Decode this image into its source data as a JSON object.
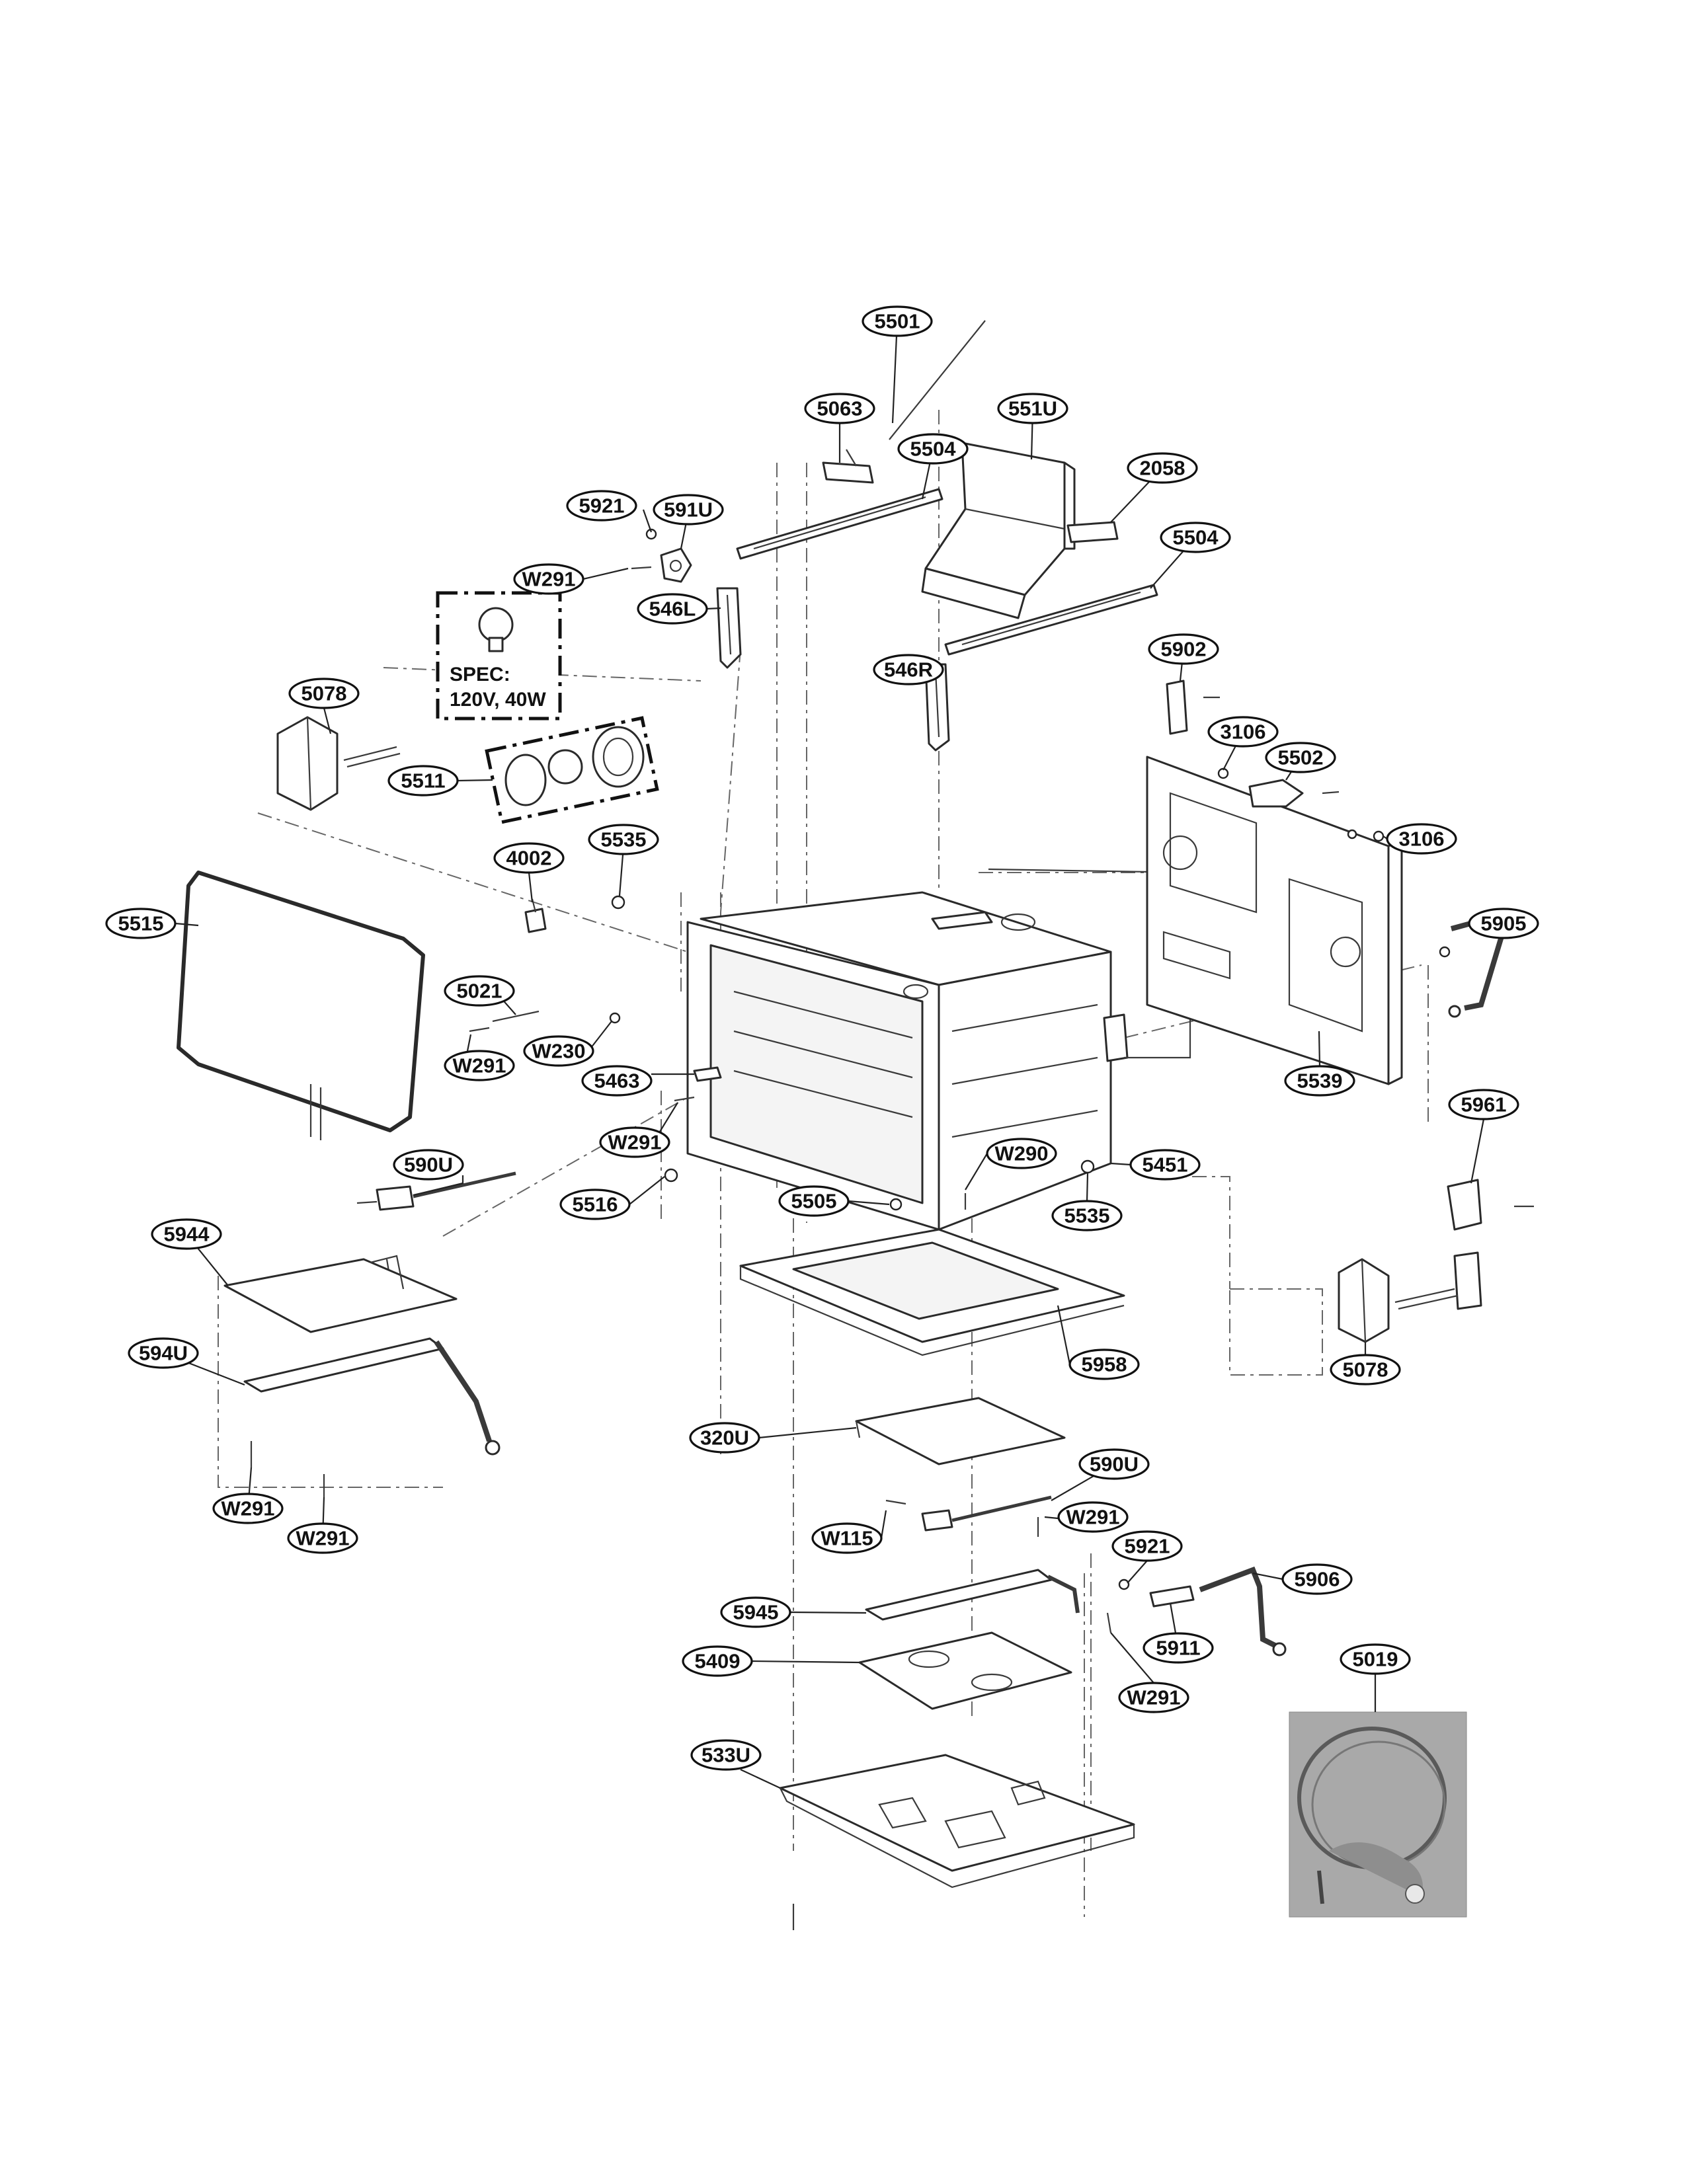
{
  "spec": {
    "line1": "SPEC:",
    "line2": "120V, 40W"
  },
  "labels": [
    {
      "id": "l-5501",
      "text": "5501"
    },
    {
      "id": "l-5063",
      "text": "5063"
    },
    {
      "id": "l-551U",
      "text": "551U"
    },
    {
      "id": "l-5504a",
      "text": "5504"
    },
    {
      "id": "l-2058",
      "text": "2058"
    },
    {
      "id": "l-5921a",
      "text": "5921"
    },
    {
      "id": "l-591U",
      "text": "591U"
    },
    {
      "id": "l-5504b",
      "text": "5504"
    },
    {
      "id": "l-W291a",
      "text": "W291"
    },
    {
      "id": "l-546L",
      "text": "546L"
    },
    {
      "id": "l-5902",
      "text": "5902"
    },
    {
      "id": "l-546R",
      "text": "546R"
    },
    {
      "id": "l-5078a",
      "text": "5078"
    },
    {
      "id": "l-3106a",
      "text": "3106"
    },
    {
      "id": "l-5502",
      "text": "5502"
    },
    {
      "id": "l-5511",
      "text": "5511"
    },
    {
      "id": "l-4002",
      "text": "4002"
    },
    {
      "id": "l-5535a",
      "text": "5535"
    },
    {
      "id": "l-3106b",
      "text": "3106"
    },
    {
      "id": "l-5515",
      "text": "5515"
    },
    {
      "id": "l-5905",
      "text": "5905"
    },
    {
      "id": "l-5021",
      "text": "5021"
    },
    {
      "id": "l-W230",
      "text": "W230"
    },
    {
      "id": "l-W291b",
      "text": "W291"
    },
    {
      "id": "l-5463",
      "text": "5463"
    },
    {
      "id": "l-5539",
      "text": "5539"
    },
    {
      "id": "l-W291c",
      "text": "W291"
    },
    {
      "id": "l-5961",
      "text": "5961"
    },
    {
      "id": "l-590Ua",
      "text": "590U"
    },
    {
      "id": "l-5451",
      "text": "5451"
    },
    {
      "id": "l-W290",
      "text": "W290"
    },
    {
      "id": "l-5505",
      "text": "5505"
    },
    {
      "id": "l-5535b",
      "text": "5535"
    },
    {
      "id": "l-5516",
      "text": "5516"
    },
    {
      "id": "l-5944",
      "text": "5944"
    },
    {
      "id": "l-594U",
      "text": "594U"
    },
    {
      "id": "l-5958",
      "text": "5958"
    },
    {
      "id": "l-5078b",
      "text": "5078"
    },
    {
      "id": "l-320U",
      "text": "320U"
    },
    {
      "id": "l-590Ub",
      "text": "590U"
    },
    {
      "id": "l-W291d",
      "text": "W291"
    },
    {
      "id": "l-W291e",
      "text": "W291"
    },
    {
      "id": "l-W115",
      "text": "W115"
    },
    {
      "id": "l-W291f",
      "text": "W291"
    },
    {
      "id": "l-5921b",
      "text": "5921"
    },
    {
      "id": "l-5906",
      "text": "5906"
    },
    {
      "id": "l-5945",
      "text": "5945"
    },
    {
      "id": "l-5911",
      "text": "5911"
    },
    {
      "id": "l-5019",
      "text": "5019"
    },
    {
      "id": "l-5409",
      "text": "5409"
    },
    {
      "id": "l-W291g",
      "text": "W291"
    },
    {
      "id": "l-533U",
      "text": "533U"
    }
  ]
}
